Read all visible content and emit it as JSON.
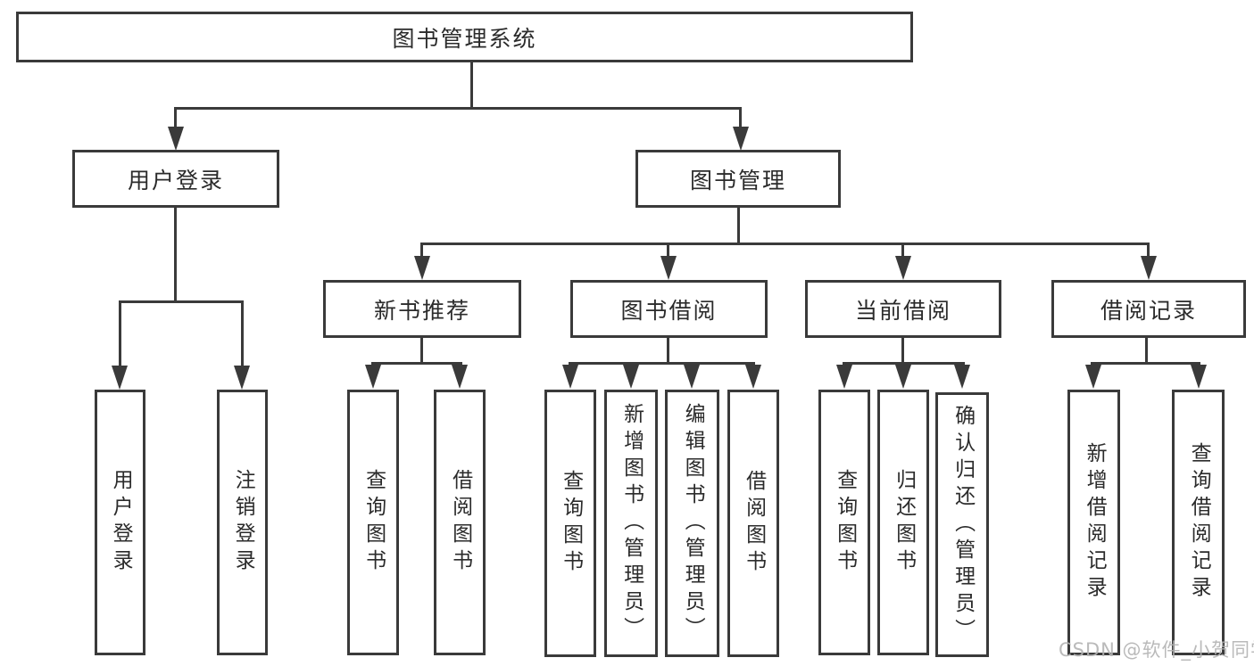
{
  "tree": {
    "root": "图书管理系统",
    "branches": [
      {
        "label": "用户登录",
        "children": [
          "用户登录",
          "注销登录"
        ]
      },
      {
        "label": "图书管理",
        "groups": [
          {
            "label": "新书推荐",
            "children": [
              "查询图书",
              "借阅图书"
            ]
          },
          {
            "label": "图书借阅",
            "children": [
              "查询图书",
              "新增图书（管理员）",
              "编辑图书（管理员）",
              "借阅图书"
            ]
          },
          {
            "label": "当前借阅",
            "children": [
              "查询图书",
              "归还图书",
              "确认归还（管理员）"
            ]
          },
          {
            "label": "借阅记录",
            "children": [
              "新增借阅记录",
              "查询借阅记录"
            ]
          }
        ]
      }
    ]
  },
  "watermark": {
    "text": "CSDN @软件_小贺同学"
  },
  "colors": {
    "line": "#3a3a3a",
    "text": "#2b2b2b",
    "watermark": "#b3b3b3",
    "background": "#ffffff"
  }
}
